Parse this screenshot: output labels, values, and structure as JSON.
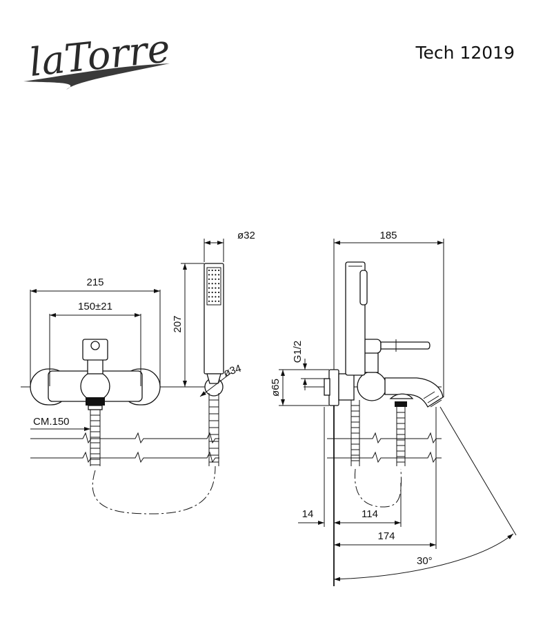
{
  "brand": {
    "logo_text": "laTorre"
  },
  "header": {
    "model": "Tech 12019"
  },
  "dimensions": {
    "width_total": "215",
    "centers": "150±21",
    "shower_diameter": "ø32",
    "shower_height": "207",
    "holder_diameter": "ø34",
    "hose": "CM.150",
    "depth_total": "185",
    "connection": "G1/2",
    "flange_diameter": "ø65",
    "wall_gap": "14",
    "spout_offset": "114",
    "spout_length": "174",
    "angle": "30°"
  }
}
